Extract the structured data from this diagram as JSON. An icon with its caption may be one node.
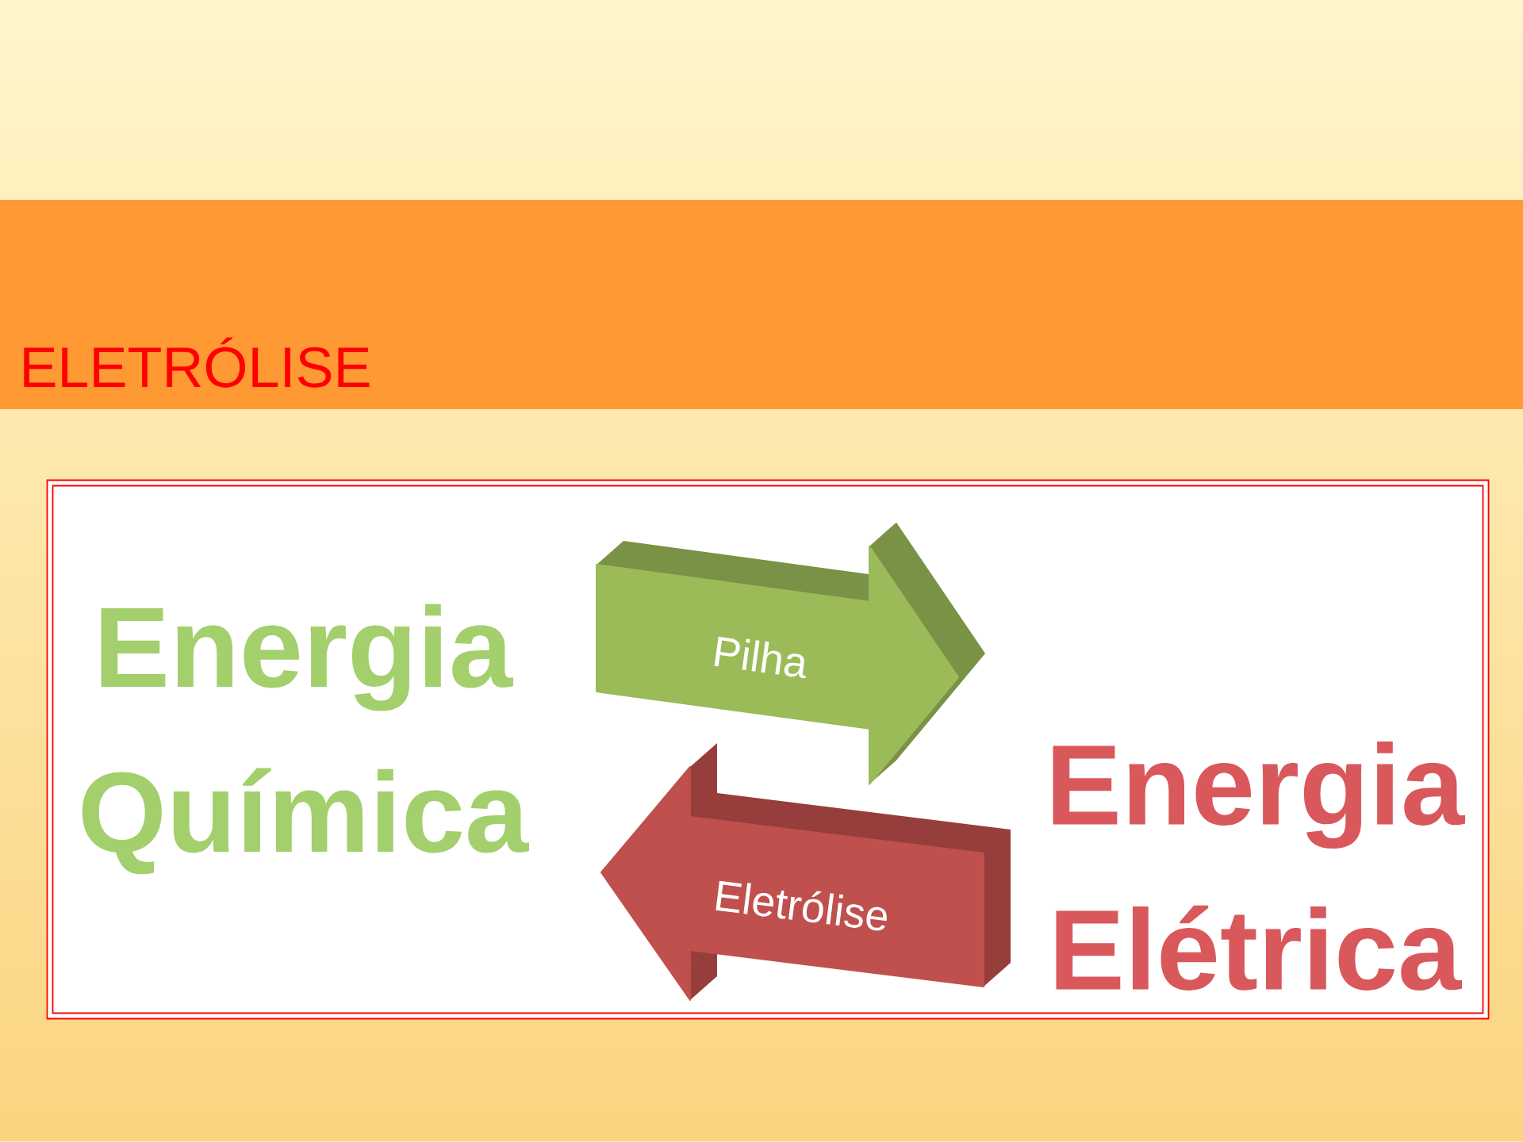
{
  "diagram": {
    "title": "ELETRÓLISE",
    "nodes": [
      {
        "text": [
          "Energia Química"
        ]
      },
      {
        "text": [
          "Energia Elétrica"
        ]
      }
    ],
    "edges": [
      {
        "from": 0,
        "to": 1,
        "arrow": "to",
        "label": "Pilha",
        "color": "#9bbb59"
      },
      {
        "from": 1,
        "to": 0,
        "arrow": "to",
        "label": "Eletrólise",
        "color": "#c0504d"
      }
    ]
  }
}
